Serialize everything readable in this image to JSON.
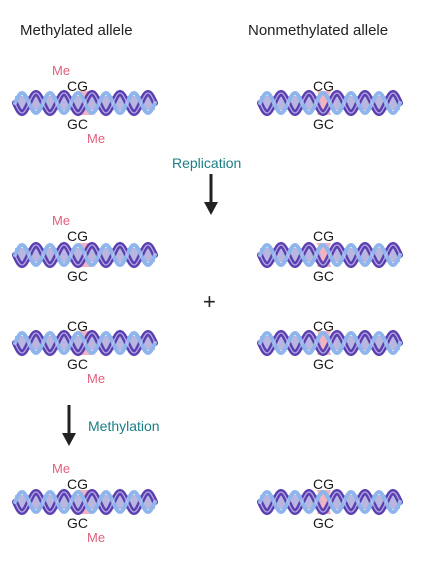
{
  "headers": {
    "left": "Methylated allele",
    "right": "Nonmethylated allele"
  },
  "labels": {
    "me": "Me",
    "cg": "CG",
    "gc": "GC",
    "replication": "Replication",
    "methylation": "Methylation",
    "plus": "+"
  },
  "colors": {
    "me": "#e0607a",
    "step": "#1b7f86",
    "helix_dark": "#5a3fb0",
    "helix_light": "#8fb6ec",
    "site": "#f2b3c0"
  }
}
